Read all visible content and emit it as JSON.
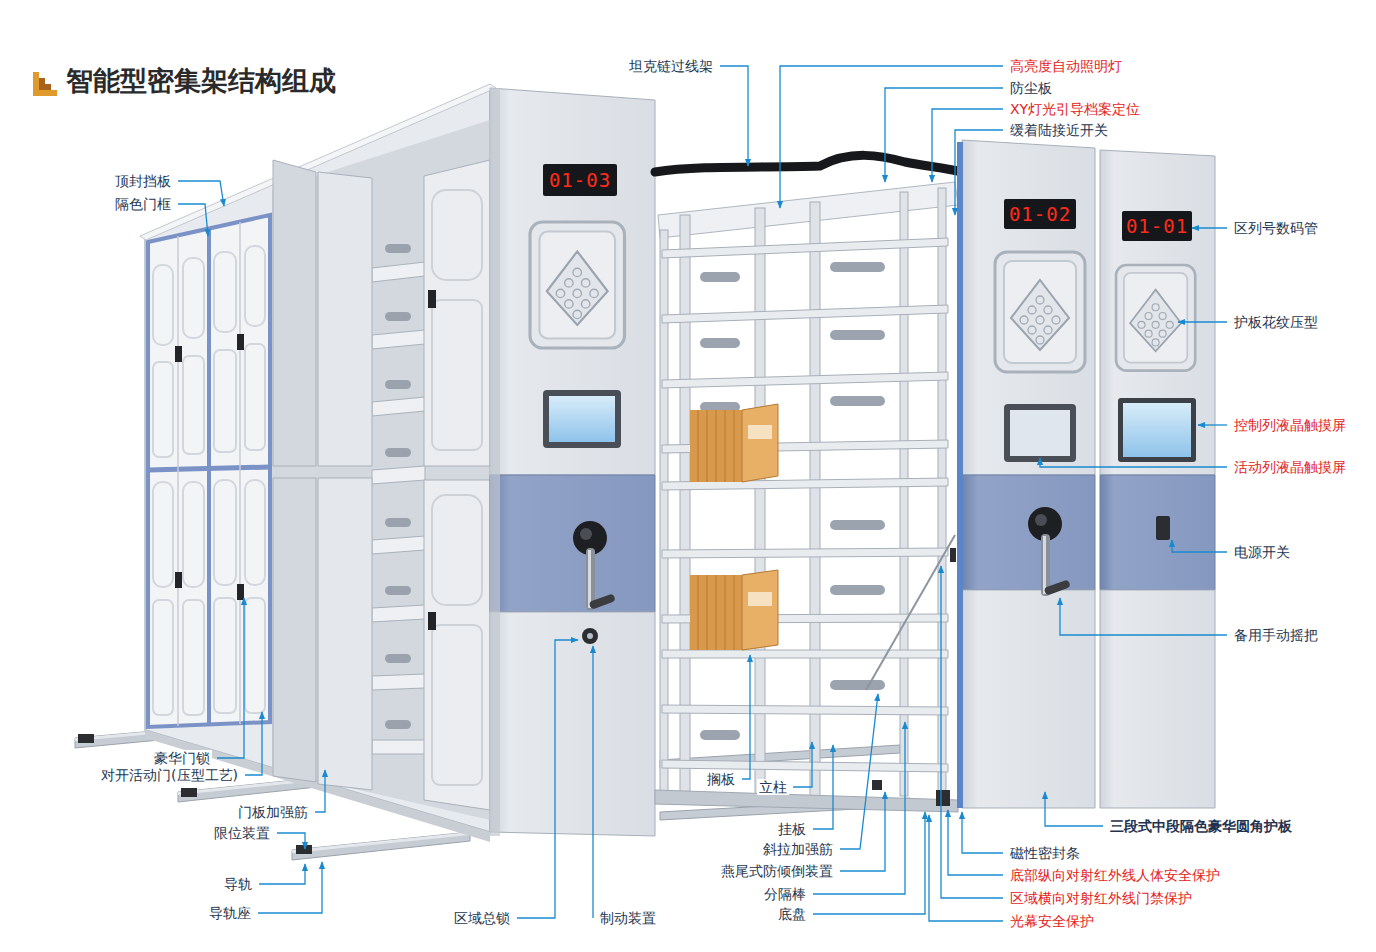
{
  "diagram": {
    "title": "智能型密集架结构组成",
    "labels": [
      "坦克链过线架",
      "高亮度自动照明灯",
      "防尘板",
      "XY灯光引导档案定位",
      "缓着陆接近开关",
      "顶封挡板",
      "隔色门框",
      "01-03",
      "01-02",
      "01-01",
      "区列号数码管",
      "护板花纹压型",
      "控制列液晶触摸屏",
      "活动列液晶触摸屏",
      "电源开关",
      "备用手动摇把",
      "豪华门锁",
      "对开活动门(压型工艺)",
      "搁板",
      "立柱",
      "门板加强筋",
      "三段式中段隔色豪华圆角护板",
      "挂板",
      "限位装置",
      "斜拉加强筋",
      "磁性密封条",
      "燕尾式防倾倒装置",
      "底部纵向对射红外线人体安全保护",
      "导轨",
      "分隔棒",
      "区域横向对射红外线门禁保护",
      "导轨座",
      "底盘",
      "区域总锁",
      "制动装置",
      "光幕安全保护"
    ]
  }
}
